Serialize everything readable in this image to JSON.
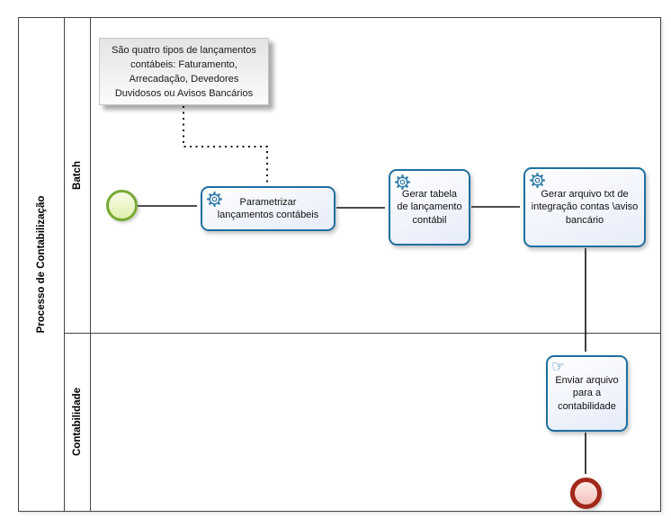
{
  "pool": {
    "label": "Processo de Contabilização"
  },
  "lanes": [
    {
      "label": "Batch"
    },
    {
      "label": "Contabilidade"
    }
  ],
  "annotation": {
    "text": "São quatro tipos de lançamentos\ncontábeis: Faturamento,\nArrecadação, Devedores\nDuvidosos ou Avisos Bancários"
  },
  "tasks": [
    {
      "id": "parametrizar",
      "type": "service",
      "icon": "service-gear-icon",
      "label": "Parametrizar\nlançamentos contábeis"
    },
    {
      "id": "gerar-tabela",
      "type": "service",
      "icon": "service-gear-icon",
      "label": "Gerar tabela\nde lançamento\ncontábil"
    },
    {
      "id": "gerar-arquivo",
      "type": "service",
      "icon": "service-gear-icon",
      "label": "Gerar arquivo txt de\nintegração contas \\aviso\nbancário"
    },
    {
      "id": "enviar-arquivo",
      "type": "manual",
      "icon": "manual-hand-icon",
      "label": "Enviar arquivo\npara a\ncontabilidade"
    }
  ],
  "events": [
    {
      "id": "start",
      "kind": "start-event",
      "lane": "Batch"
    },
    {
      "id": "end",
      "kind": "end-event",
      "lane": "Contabilidade"
    }
  ],
  "flows": [
    {
      "from": "start",
      "to": "parametrizar",
      "style": "sequence"
    },
    {
      "from": "parametrizar",
      "to": "gerar-tabela",
      "style": "sequence"
    },
    {
      "from": "gerar-tabela",
      "to": "gerar-arquivo",
      "style": "sequence"
    },
    {
      "from": "gerar-arquivo",
      "to": "enviar-arquivo",
      "style": "sequence"
    },
    {
      "from": "enviar-arquivo",
      "to": "end",
      "style": "sequence"
    },
    {
      "from": "annotation",
      "to": "parametrizar",
      "style": "dotted-association"
    }
  ],
  "icons": {
    "manual_hand_glyph": "☞"
  },
  "colors": {
    "task_border": "#1f6f9f",
    "task_fill": "#e6ecf9",
    "icon_blue": "#2e7ba8",
    "start_green_border": "#78a834",
    "start_green_fill": "#e1f0ae",
    "end_red_border": "#a22819",
    "end_red_fill": "#f3c1ba",
    "annotation_bg_top": "#e4e4e4",
    "pool_border": "#434343",
    "flow_black": "#111111",
    "text": "#1c1c1c"
  }
}
